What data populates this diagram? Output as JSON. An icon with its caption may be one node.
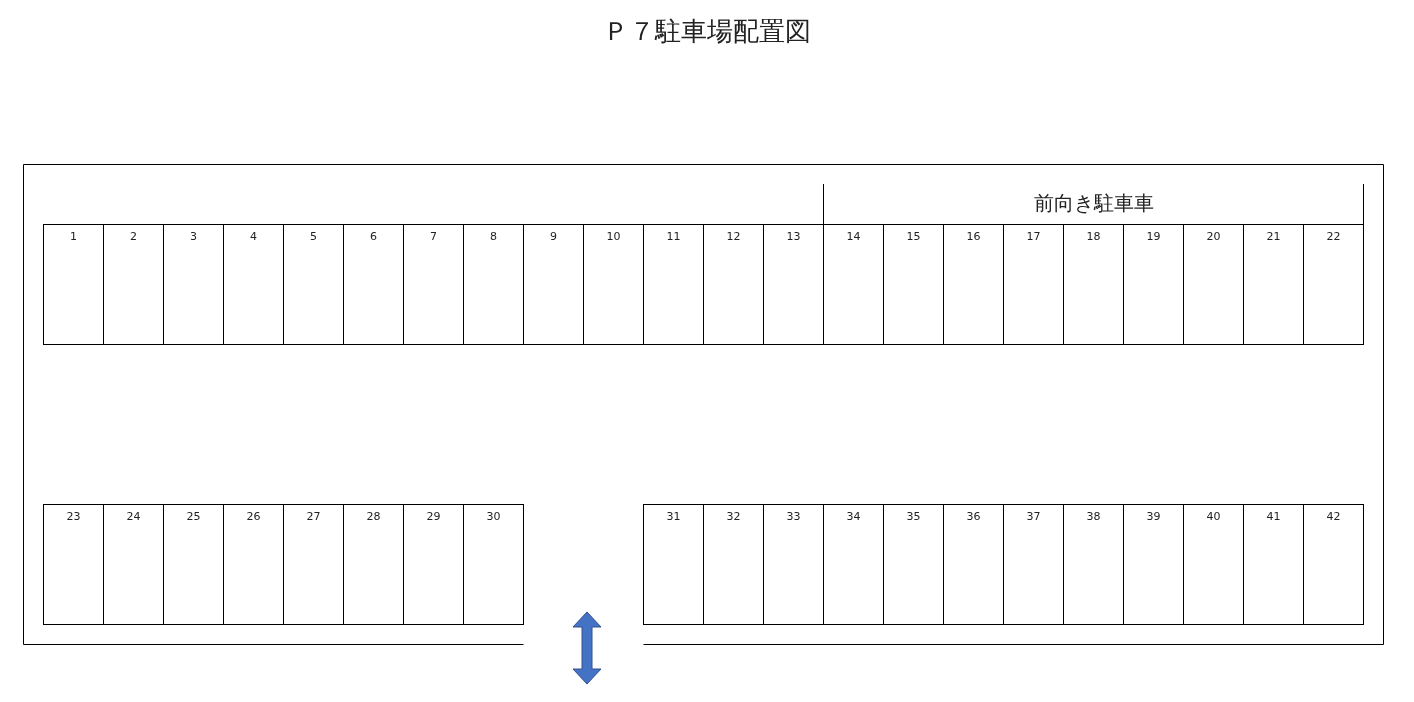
{
  "diagram": {
    "title": "Ｐ７駐車場配置図",
    "nodes": [
      {
        "text": [
          "前向き駐車車"
        ]
      },
      {
        "text": [
          "1"
        ]
      },
      {
        "text": [
          "2"
        ]
      },
      {
        "text": [
          "3"
        ]
      },
      {
        "text": [
          "4"
        ]
      },
      {
        "text": [
          "5"
        ]
      },
      {
        "text": [
          "6"
        ]
      },
      {
        "text": [
          "7"
        ]
      },
      {
        "text": [
          "8"
        ]
      },
      {
        "text": [
          "9"
        ]
      },
      {
        "text": [
          "10"
        ]
      },
      {
        "text": [
          "11"
        ]
      },
      {
        "text": [
          "12"
        ]
      },
      {
        "text": [
          "13"
        ]
      },
      {
        "text": [
          "14"
        ]
      },
      {
        "text": [
          "15"
        ]
      },
      {
        "text": [
          "16"
        ]
      },
      {
        "text": [
          "17"
        ]
      },
      {
        "text": [
          "18"
        ]
      },
      {
        "text": [
          "19"
        ]
      },
      {
        "text": [
          "20"
        ]
      },
      {
        "text": [
          "21"
        ]
      },
      {
        "text": [
          "22"
        ]
      },
      {
        "text": [
          "23"
        ]
      },
      {
        "text": [
          "24"
        ]
      },
      {
        "text": [
          "25"
        ]
      },
      {
        "text": [
          "26"
        ]
      },
      {
        "text": [
          "27"
        ]
      },
      {
        "text": [
          "28"
        ]
      },
      {
        "text": [
          "29"
        ]
      },
      {
        "text": [
          "30"
        ]
      },
      {
        "text": [
          "31"
        ]
      },
      {
        "text": [
          "32"
        ]
      },
      {
        "text": [
          "33"
        ]
      },
      {
        "text": [
          "34"
        ]
      },
      {
        "text": [
          "35"
        ]
      },
      {
        "text": [
          "36"
        ]
      },
      {
        "text": [
          "37"
        ]
      },
      {
        "text": [
          "38"
        ]
      },
      {
        "text": [
          "39"
        ]
      },
      {
        "text": [
          "40"
        ]
      },
      {
        "text": [
          "41"
        ]
      },
      {
        "text": [
          "42"
        ]
      }
    ],
    "edges": []
  }
}
